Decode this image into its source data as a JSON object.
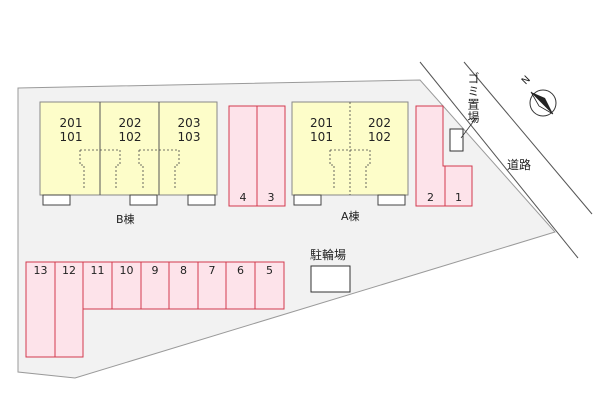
{
  "map": {
    "building_b": {
      "label": "B棟",
      "units": [
        {
          "upper": "201",
          "lower": "101"
        },
        {
          "upper": "202",
          "lower": "102"
        },
        {
          "upper": "203",
          "lower": "103"
        }
      ]
    },
    "building_a": {
      "label": "A棟",
      "units": [
        {
          "upper": "201",
          "lower": "101"
        },
        {
          "upper": "202",
          "lower": "102"
        }
      ]
    },
    "parking": {
      "center_pair": [
        "4",
        "3"
      ],
      "right_pair": [
        "2",
        "1"
      ],
      "bottom_row": [
        "13",
        "12",
        "11",
        "10",
        "9",
        "8",
        "7",
        "6",
        "5"
      ]
    },
    "bicycle_parking": "駐輪場",
    "garbage_area": "ゴミ置場",
    "road": "道路",
    "north": "N"
  },
  "colors": {
    "lot_fill": "#f2f2f2",
    "lot_border": "#999999",
    "building_fill": "#fdfdc9",
    "building_border": "#888888",
    "parking_fill": "#fde3ea",
    "parking_border": "#d23a4d"
  }
}
